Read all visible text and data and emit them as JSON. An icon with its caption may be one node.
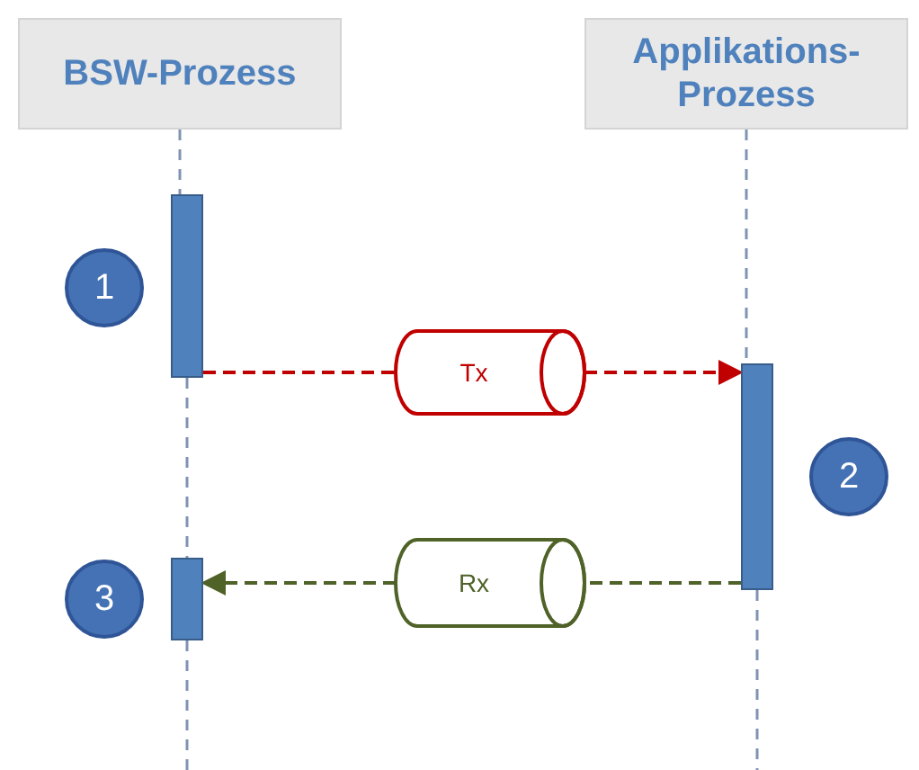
{
  "diagram": {
    "nodes": [
      {
        "text": [
          "BSW-Prozess"
        ]
      },
      {
        "text": [
          "Applikations-Prozess"
        ]
      },
      {
        "text": [],
        "shape": "bar"
      },
      {
        "text": [
          "1"
        ]
      },
      {
        "text": [
          "Tx"
        ]
      },
      {
        "text": [],
        "shape": "bar"
      },
      {
        "text": [
          "2"
        ]
      },
      {
        "text": [
          "Rx"
        ]
      },
      {
        "text": [],
        "shape": "bar"
      },
      {
        "text": [
          "3"
        ]
      }
    ],
    "edges": [
      {
        "from": 0,
        "to": 2,
        "arrow": "none",
        "style": "dashed"
      },
      {
        "from": 2,
        "to": 8,
        "arrow": "none",
        "style": "dashed"
      },
      {
        "from": 8,
        "to": null,
        "arrow": "none",
        "style": "dashed"
      },
      {
        "from": 1,
        "to": 5,
        "arrow": "none",
        "style": "dashed"
      },
      {
        "from": 5,
        "to": null,
        "arrow": "none",
        "style": "dashed"
      },
      {
        "from": 2,
        "to": 4,
        "arrow": "none",
        "style": "dashed",
        "color": "#c00000"
      },
      {
        "from": 4,
        "to": 5,
        "arrow": "to",
        "style": "dashed",
        "color": "#c00000"
      },
      {
        "from": 5,
        "to": 7,
        "arrow": "none",
        "style": "dashed",
        "color": "#4f6228"
      },
      {
        "from": 7,
        "to": 8,
        "arrow": "to",
        "style": "dashed",
        "color": "#4f6228"
      }
    ]
  }
}
